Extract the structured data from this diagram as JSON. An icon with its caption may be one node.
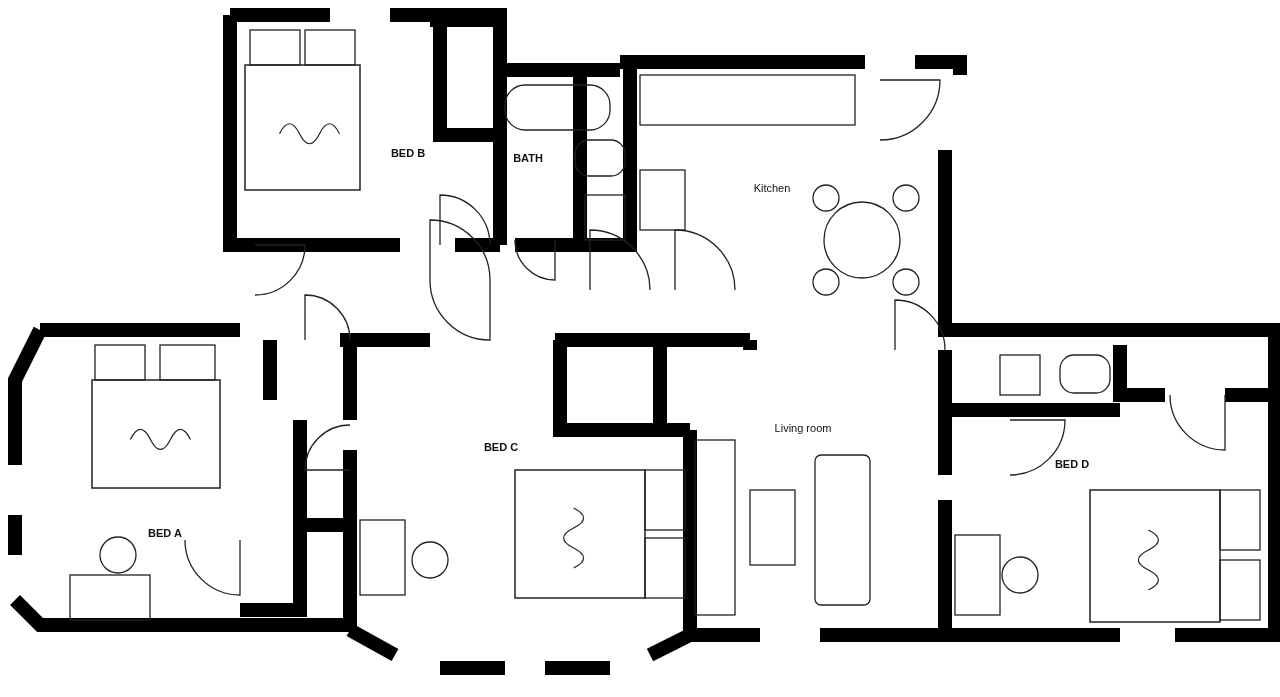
{
  "diagram": {
    "labels": [
      "BED B",
      "BATH",
      "Kitchen",
      "Living room",
      "BED C",
      "BED D",
      "BED A"
    ]
  }
}
